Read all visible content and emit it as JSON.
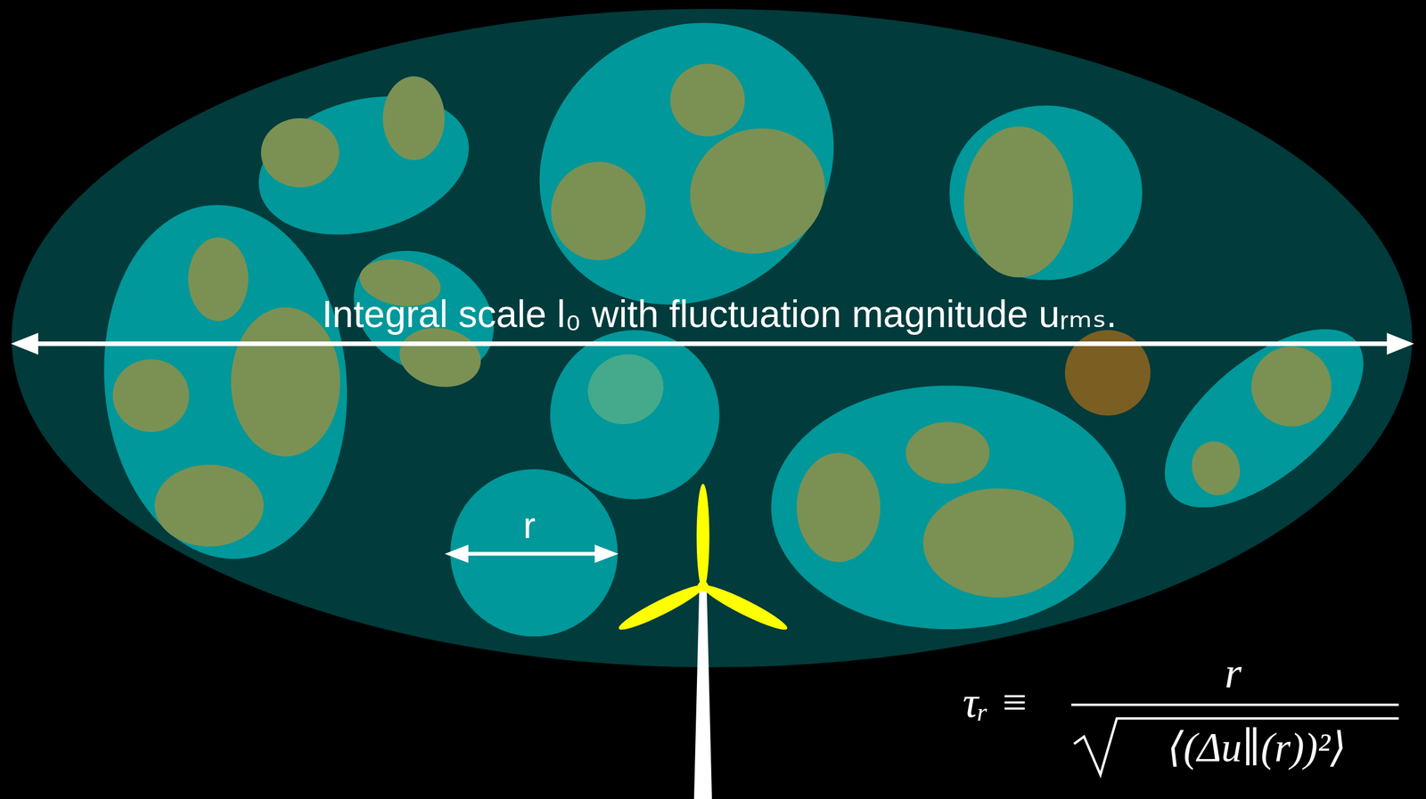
{
  "diagram": {
    "nodes": [
      {
        "text": [
          "Integral scale l₀ with fluctuation magnitude uᵣₘₛ."
        ]
      },
      {
        "text": [
          "r"
        ],
        "in": 0
      }
    ],
    "labels": [
      "τᵣ ≡",
      "r",
      "⟨(Δu∥(r))²⟩"
    ]
  }
}
